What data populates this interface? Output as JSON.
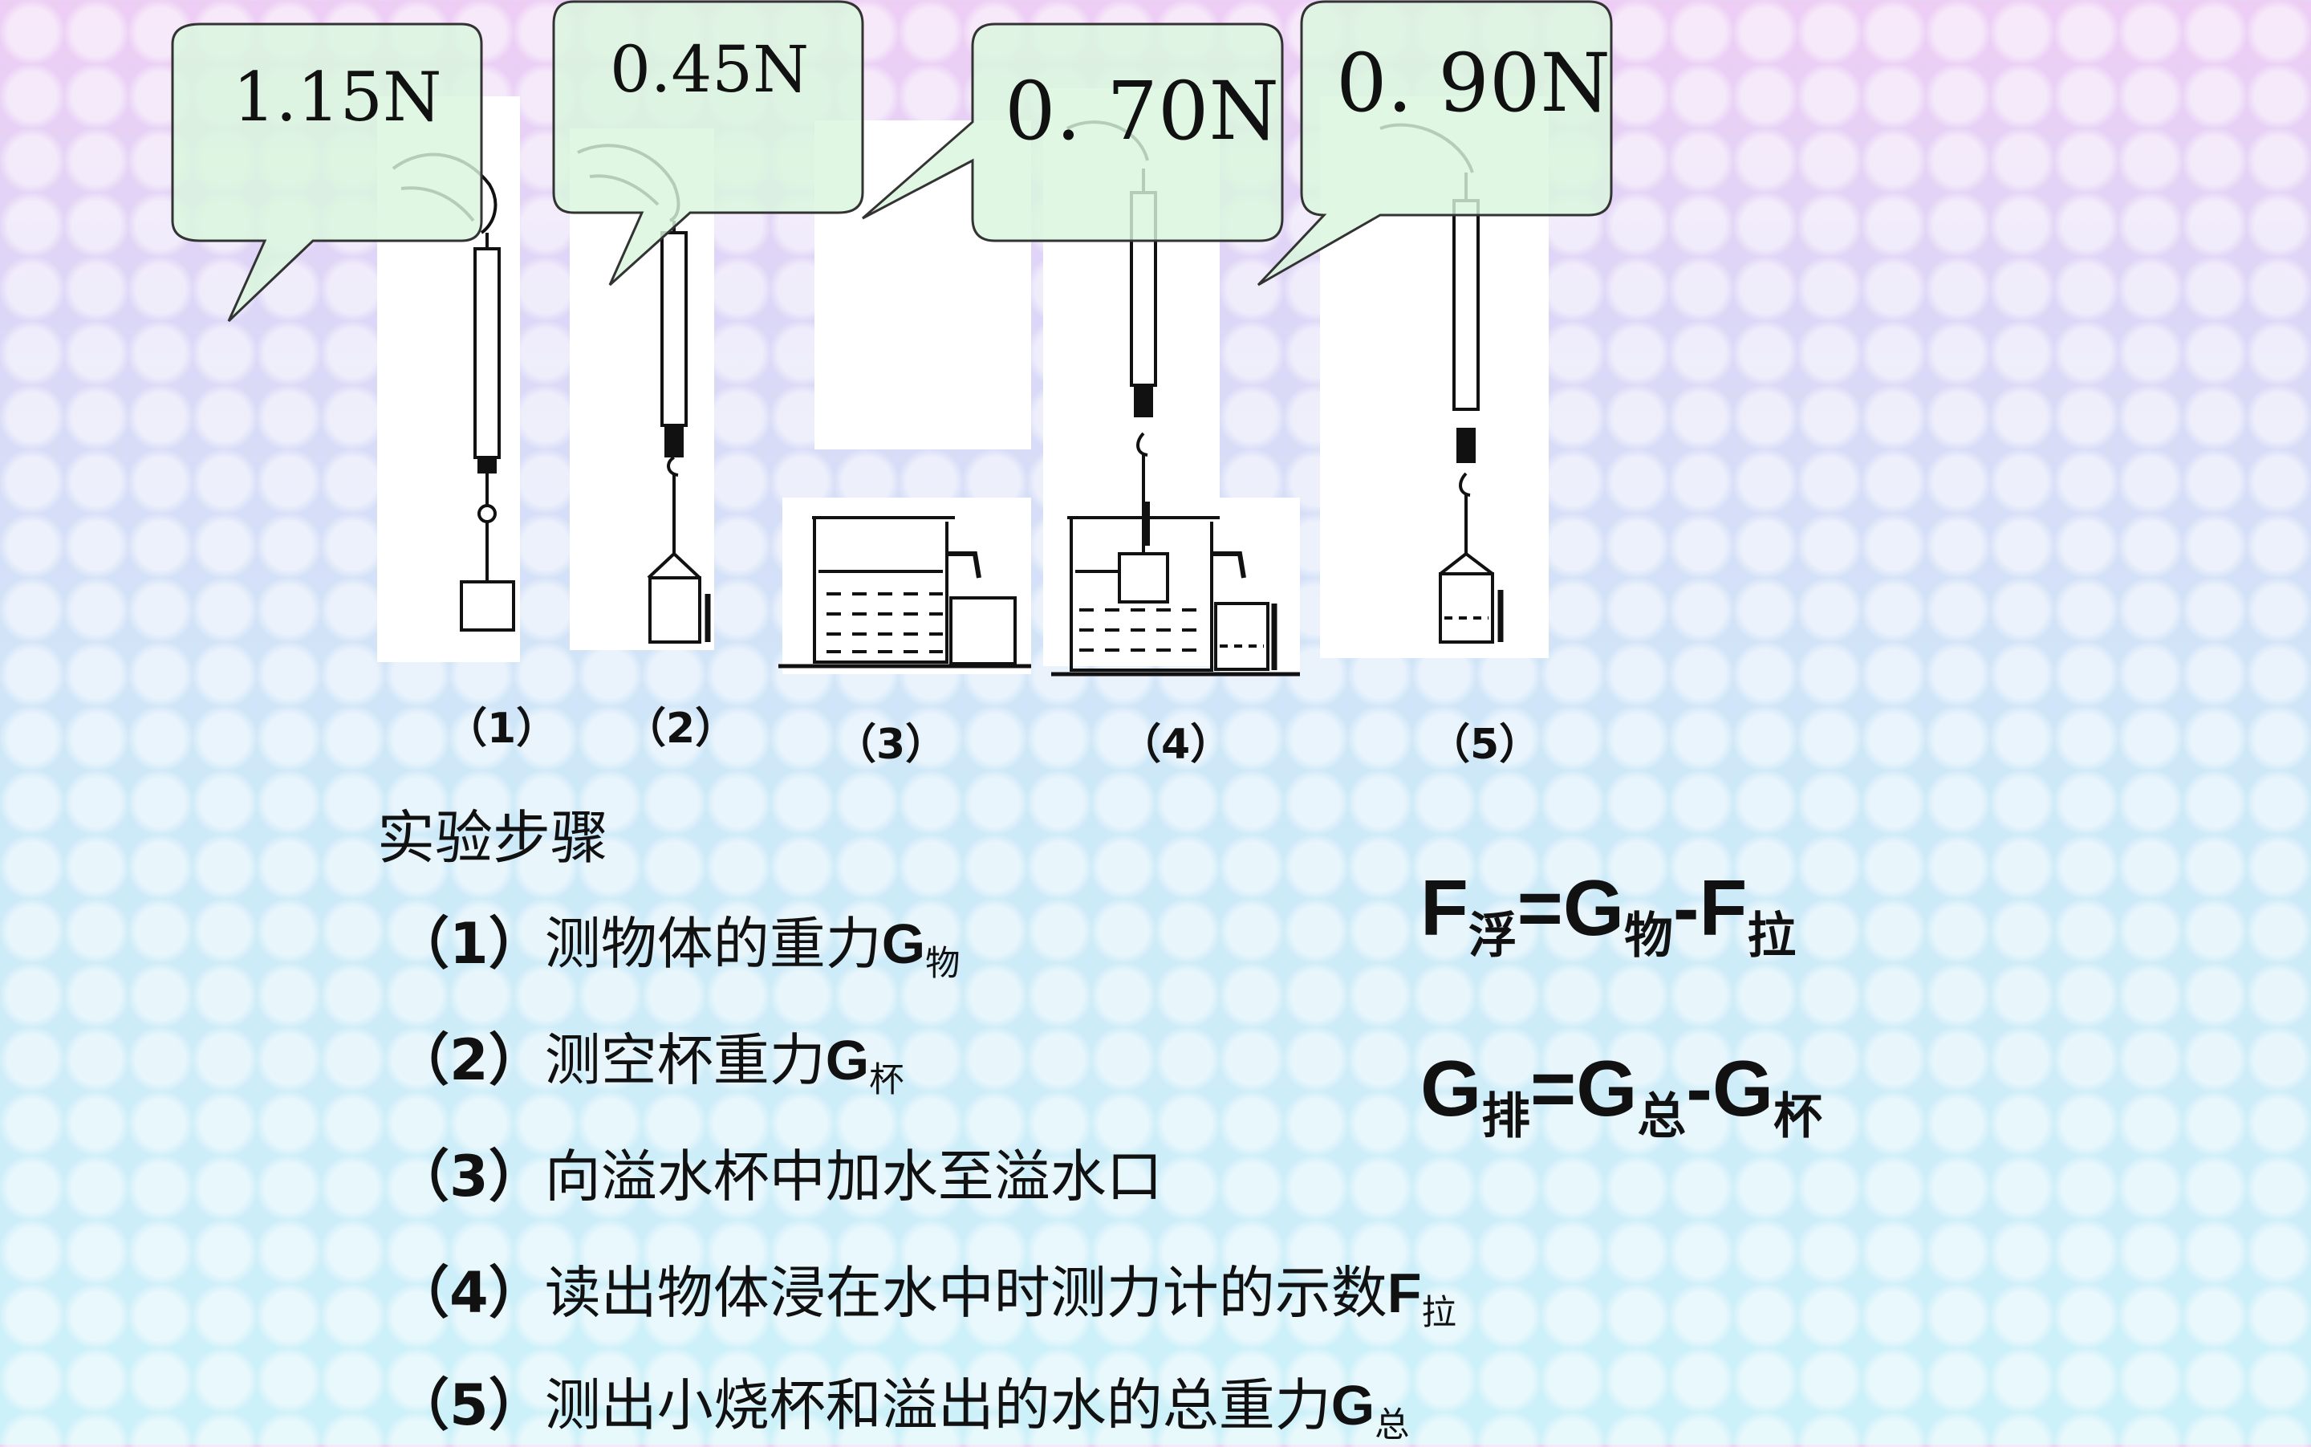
{
  "readings": [
    "1.15N",
    "0.45N",
    "0. 70N",
    "0. 90N"
  ],
  "captions": [
    "（1）",
    "（2）",
    "（3）",
    "（4）",
    "（5）"
  ],
  "heading": "实验步骤",
  "steps": [
    {
      "num": "（1）",
      "text": "测物体的重力",
      "sym": "G",
      "sub": "物"
    },
    {
      "num": "（2）",
      "text": "测空杯重力",
      "sym": "G",
      "sub": "杯"
    },
    {
      "num": "（3）",
      "text": "向溢水杯中加水至溢水口",
      "sym": "",
      "sub": ""
    },
    {
      "num": "（4）",
      "text": "读出物体浸在水中时测力计的示数",
      "sym": "F",
      "sub": "拉"
    },
    {
      "num": "（5）",
      "text": "测出小烧杯和溢出的水的总重力",
      "sym": "G",
      "sub": "总"
    }
  ],
  "formula1": {
    "a": "F",
    "a_sub": "浮",
    "eq": "=",
    "b": "G",
    "b_sub": "物",
    "minus": "-",
    "c": "F",
    "c_sub": "拉"
  },
  "formula2": {
    "a": "G",
    "a_sub": "排",
    "eq": "=",
    "b": "G",
    "b_sub": "总",
    "minus": "-",
    "c": "G",
    "c_sub": "杯"
  },
  "colors": {
    "bubble_fill": "#d9f7dd",
    "bubble_stroke": "#333333"
  }
}
